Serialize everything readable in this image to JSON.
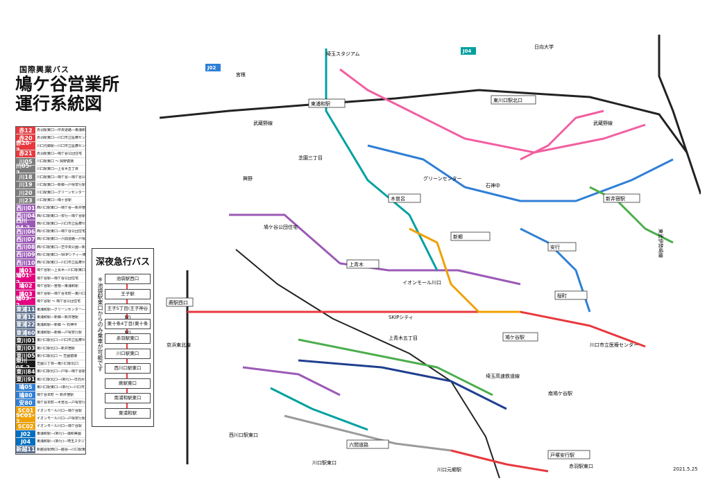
{
  "brand": "国際興業バス",
  "title_line1": "鳩ケ谷営業所",
  "title_line2": "運行系統図",
  "date": "2021.5.25",
  "legend": [
    {
      "code": "赤12",
      "color": "#e8383d",
      "desc": "赤羽駅東口―中央道路―東浦和駅(浦和)"
    },
    {
      "code": "赤20",
      "color": "#e8383d",
      "desc": "赤羽駅東口―川口市立医療センター"
    },
    {
      "code": "赤20-2",
      "color": "#e8383d",
      "desc": "川口元郷駅―川口市立医療センター"
    },
    {
      "code": "赤21",
      "color": "#e8383d",
      "desc": "赤羽駅東口―鳩ケ谷公団住宅"
    },
    {
      "code": "川05",
      "color": "#7d7d7d",
      "desc": "川口駅東口 ～ 興野循環"
    },
    {
      "code": "川05-2",
      "color": "#7d7d7d",
      "desc": "川口駅東口―上青木五丁目"
    },
    {
      "code": "川18",
      "color": "#7d7d7d",
      "desc": "川口駅東口―鳩ケ谷―鳩ケ谷公団住宅"
    },
    {
      "code": "川19",
      "color": "#7d7d7d",
      "desc": "川口駅東口―新郷―戸塚安行駅"
    },
    {
      "code": "川20",
      "color": "#7d7d7d",
      "desc": "川口駅東口―グリーンセンター―新井宿駅"
    },
    {
      "code": "川23",
      "color": "#7d7d7d",
      "desc": "川口駅東口―鳩ヶ谷駅"
    },
    {
      "code": "西川01",
      "color": "#9b59b6",
      "desc": "西川口駅東口―鳩ケ谷―新井宿駅"
    },
    {
      "code": "西川04",
      "color": "#9b59b6",
      "desc": "西川口駅東口―安行―鳩ケ谷駅"
    },
    {
      "code": "西川04-2",
      "color": "#9b59b6",
      "desc": "西川口駅東口―川口市立医療センター"
    },
    {
      "code": "西川06",
      "color": "#9b59b6",
      "desc": "西川口駅東口―鳩ケ谷公団住宅"
    },
    {
      "code": "西川07",
      "color": "#9b59b6",
      "desc": "西川口駅東口―六間道路―戸塚安行駅"
    },
    {
      "code": "西川08",
      "color": "#9b59b6",
      "desc": "西川口駅東口―芝中央公園―新井宿駅"
    },
    {
      "code": "西川09",
      "color": "#9b59b6",
      "desc": "西川口駅東口―SKIPシティ―鳩ケ谷駅"
    },
    {
      "code": "西川10",
      "color": "#9b59b6",
      "desc": "西川口駅東口―川口市立医療センター"
    },
    {
      "code": "鳩01",
      "color": "#e3007f",
      "desc": "鳩ケ谷駅―上青木―川口駅東口"
    },
    {
      "code": "鳩01-2",
      "color": "#e3007f",
      "desc": "鳩ケ谷駅―鳩ケ谷公団住宅"
    },
    {
      "code": "鳩02",
      "color": "#e3007f",
      "desc": "鳩ケ谷駅―宮根―東浦和駅"
    },
    {
      "code": "鳩03",
      "color": "#e3007f",
      "desc": "鳩ケ谷駅―鳩ケ谷本町―東川口駅北口"
    },
    {
      "code": "鳩03-2",
      "color": "#e3007f",
      "desc": "鳩ケ谷駅 ～ 鳩ケ谷公団住宅"
    },
    {
      "code": "東浦11",
      "color": "#5b6e8c",
      "desc": "東浦和駅―グリーンセンター―川口駅"
    },
    {
      "code": "東浦12",
      "color": "#5b6e8c",
      "desc": "東浦和駅―新郷―新井宿駅"
    },
    {
      "code": "東浦22",
      "color": "#5b6e8c",
      "desc": "東浦和駅―新郷 ～ 石神中"
    },
    {
      "code": "東浦60",
      "color": "#5b6e8c",
      "desc": "東浦和駅―新郷―戸塚安行駅"
    },
    {
      "code": "東川01",
      "color": "#1a1a1a",
      "desc": "東川口駅北口―川口市立医療センター"
    },
    {
      "code": "東川03",
      "color": "#1a1a1a",
      "desc": "東川口駅北口―新井宿駅"
    },
    {
      "code": "東川05",
      "color": "#1a1a1a",
      "desc": "東川口駅北口 ～ 芝園循環"
    },
    {
      "code": "東川05-2",
      "color": "#1a1a1a",
      "desc": "芝園三丁目―東川口駅北口"
    },
    {
      "code": "東川84",
      "color": "#1a1a1a",
      "desc": "東川口駅北口―戸塚―鳩ケ谷駅"
    },
    {
      "code": "東川91",
      "color": "#1a1a1a",
      "desc": "東川口駅北口―(新行)―日向大学"
    },
    {
      "code": "鳩05",
      "color": "#2e7fd6",
      "desc": "東川口駅東口―(新行)―川口市立医療センター"
    },
    {
      "code": "鳩80",
      "color": "#2e7fd6",
      "desc": "鳩ケ谷本町 ～ 新井宿駅"
    },
    {
      "code": "安80",
      "color": "#2e7fd6",
      "desc": "鳩ケ谷本町―木曽呂―戸塚安行駅"
    },
    {
      "code": "SC01",
      "color": "#f0a000",
      "desc": "イオンモール川口―鳩ケ谷駅"
    },
    {
      "code": "SC01-2",
      "color": "#f0a000",
      "desc": "イオンモール川口―戸塚安行駅"
    },
    {
      "code": "SC02",
      "color": "#f0a000",
      "desc": "イオンモール川口―鳩ケ谷駅"
    },
    {
      "code": "J02",
      "color": "#0070c0",
      "desc": "東浦和駅―(新行)―浦和美園"
    },
    {
      "code": "J04",
      "color": "#0070c0",
      "desc": "東浦和駅―(新行)―埼玉スタジアム"
    },
    {
      "code": "新越11",
      "color": "#5b6e8c",
      "desc": "新越谷駅西口―越谷―川口駅東口"
    }
  ],
  "night": {
    "title": "深夜急行バス",
    "note": "※池袋駅東口からのみ乗車が可能です",
    "stops": [
      "池袋駅西口",
      "王子駅",
      "王子5丁目(王子神谷駅)",
      "東十条4丁目(東十条駅)",
      "赤羽駅東口",
      "川口駅東口",
      "西川口駅東口",
      "蕨駅東口",
      "南浦和駅東口",
      "東浦和駅"
    ]
  },
  "map_labels": {
    "higashi_urawa": "東浦和駅",
    "higashi_kawaguchi": "東川口駅北口",
    "hatogaya_sta": "鳩ケ谷駅",
    "araijuku": "新井宿駅",
    "totsuka_angyo": "戸塚安行駅",
    "akabane": "赤羽駅東口",
    "warabi": "蕨駅西口",
    "kawaguchi": "川口駅東口",
    "nishikawaguchi": "西川口駅東口",
    "kawaguchi_motogo": "川口元郷駅",
    "minami_hatogaya": "南鳩ケ谷駅",
    "kawaguchi_center": "川口市立医療センター",
    "musashino_line": "武蔵野線",
    "saitama_kosoku": "埼玉高速鉄道線",
    "keihin_tohoku": "京浜東北線",
    "tobu": "東武伊勢崎線",
    "rokken": "六間道路",
    "kamiaoki": "上青木",
    "hatogaya_koudan": "鳩ケ谷公団住宅",
    "angyo": "安行",
    "shingo": "新郷",
    "kizoro": "木曽呂",
    "sakura": "桜町",
    "kamiaoki_5": "上青木五丁目",
    "green_center": "グリーンセンター",
    "skip": "SKIPシティ",
    "aeon": "イオンモール川口",
    "saitama_stadium": "埼玉スタジアム",
    "hyuga": "日向大学",
    "shibazono": "芝園三丁目",
    "kouya": "興野",
    "ishigami": "石神中",
    "miyane": "宮根",
    "bus_tag_j02": "J02",
    "bus_tag_j04": "J04"
  },
  "colors": {
    "red": "#e8383d",
    "purple": "#9b59b6",
    "teal": "#00a0a0",
    "blue": "#2e7fd6",
    "green": "#4cae4c",
    "orange": "#f0a000",
    "pink": "#f25ea0",
    "gray": "#9a9a9a",
    "navy": "#1f3f8f",
    "black": "#222222"
  }
}
